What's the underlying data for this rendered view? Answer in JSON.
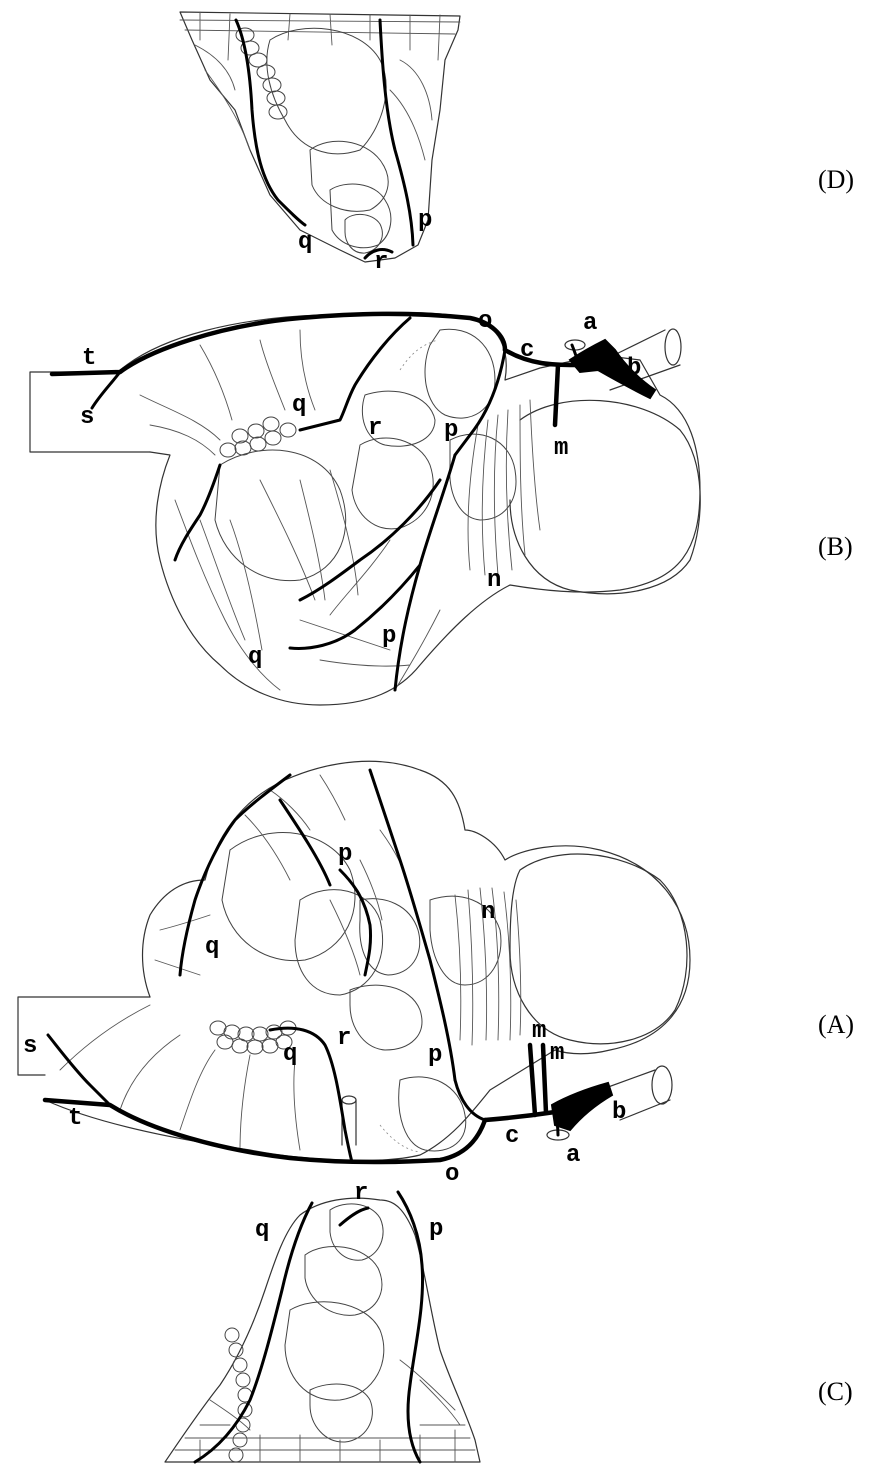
{
  "panels": {
    "d": "(D)",
    "b": "(B)",
    "a": "(A)",
    "c": "(C)"
  },
  "labels": {
    "d": {
      "q": "q",
      "p": "p",
      "r": "r"
    },
    "b": {
      "t": "t",
      "s": "s",
      "q_top": "q",
      "r": "r",
      "o": "o",
      "c": "c",
      "a": "a",
      "b": "b",
      "p_top": "p",
      "m": "m",
      "n": "n",
      "p_bottom": "p",
      "q_bottom": "q"
    },
    "a": {
      "p_top": "p",
      "n": "n",
      "q_top": "q",
      "s": "s",
      "q_mid": "q",
      "r": "r",
      "p_mid": "p",
      "m1": "m",
      "m2": "m",
      "t": "t",
      "c": "c",
      "b": "b",
      "a": "a",
      "o": "o"
    },
    "c": {
      "r": "r",
      "q": "q",
      "p": "p"
    }
  }
}
